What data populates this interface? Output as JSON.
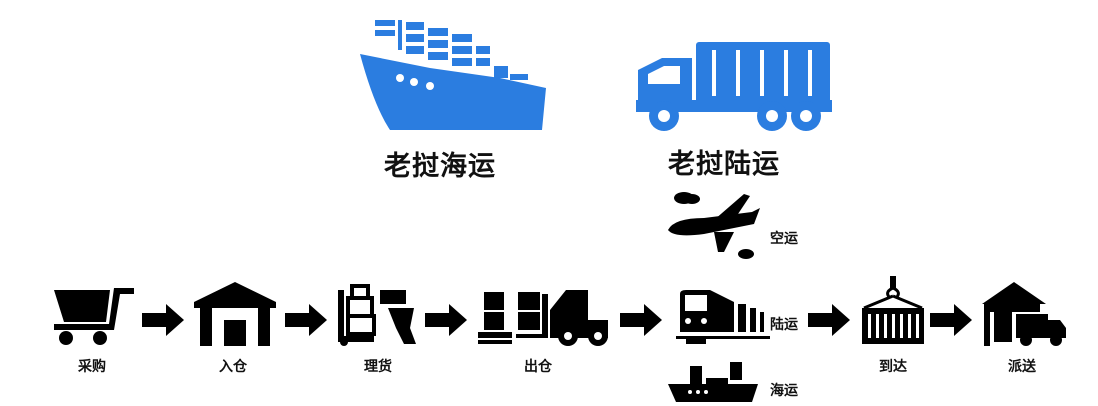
{
  "services": {
    "sea": {
      "label": "老挝海运",
      "icon": "cargo-ship-icon",
      "color": "#2b7de0"
    },
    "land": {
      "label": "老挝陆运",
      "icon": "truck-icon",
      "color": "#2b7de0"
    }
  },
  "flow": {
    "steps": [
      {
        "label": "采购",
        "icon": "shopping-cart-icon"
      },
      {
        "label": "入仓",
        "icon": "warehouse-icon"
      },
      {
        "label": "理货",
        "icon": "barcode-scanner-icon"
      },
      {
        "label": "出仓",
        "icon": "forklift-icon"
      },
      {
        "label": "到达",
        "icon": "container-crane-icon"
      },
      {
        "label": "派送",
        "icon": "delivery-truck-icon"
      }
    ],
    "transport_modes": [
      {
        "label": "空运",
        "icon": "airplane-icon"
      },
      {
        "label": "陆运",
        "icon": "train-icon"
      },
      {
        "label": "海运",
        "icon": "ship-icon"
      }
    ]
  }
}
